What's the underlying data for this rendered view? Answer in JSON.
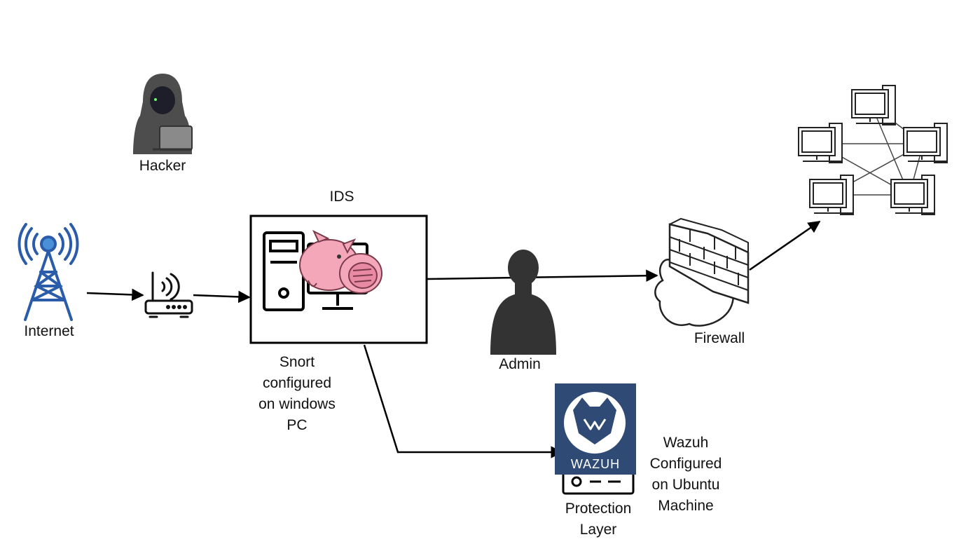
{
  "nodes": {
    "hacker": {
      "label": "Hacker"
    },
    "internet": {
      "label": "Internet"
    },
    "router": {
      "label": ""
    },
    "ids": {
      "title": "IDS",
      "caption": "Snort\nconfigured\non windows\nPC"
    },
    "admin": {
      "label": "Admin"
    },
    "firewall": {
      "label": "Firewall"
    },
    "network": {
      "label": ""
    },
    "wazuh": {
      "logo_text": "WAZUH",
      "caption": "Wazuh\nConfigured\non Ubuntu\nMachine",
      "layer_label": "Protection\nLayer"
    }
  },
  "colors": {
    "tower_blue": "#2a5caa",
    "hacker_gray": "#4a4a4a",
    "pig_pink": "#f4a7b9",
    "wazuh_bg": "#2f4a75",
    "admin_silhouette": "#333333",
    "line": "#000000"
  },
  "icons": [
    "hacker-icon",
    "radio-tower-icon",
    "wifi-router-icon",
    "desktop-pc-icon",
    "snort-pig-icon",
    "admin-silhouette-icon",
    "firewall-icon",
    "network-computers-icon",
    "wazuh-logo-icon",
    "server-icon"
  ]
}
